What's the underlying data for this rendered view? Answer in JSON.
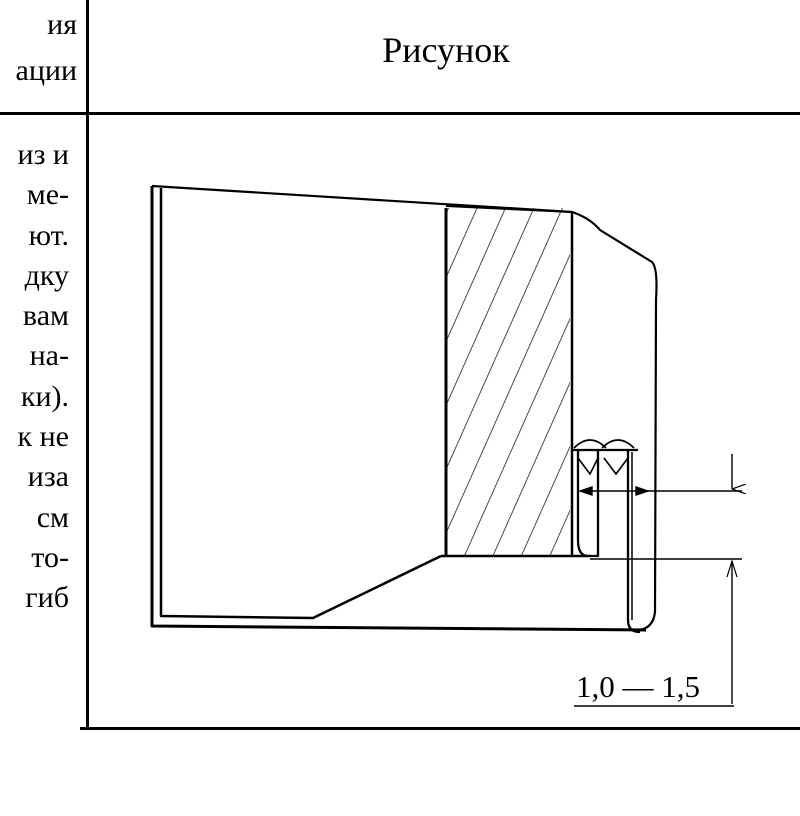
{
  "header": {
    "left_lines": [
      "ия",
      "ации"
    ],
    "right_title": "Рисунок"
  },
  "body_lines": [
    "из и",
    "ме-",
    "ют.",
    "дку",
    "вам",
    "на-",
    "ки).",
    "к не",
    "иза",
    "см",
    "то-",
    "гиб"
  ],
  "drawing": {
    "dimension_label": "1,0 — 1,5"
  }
}
